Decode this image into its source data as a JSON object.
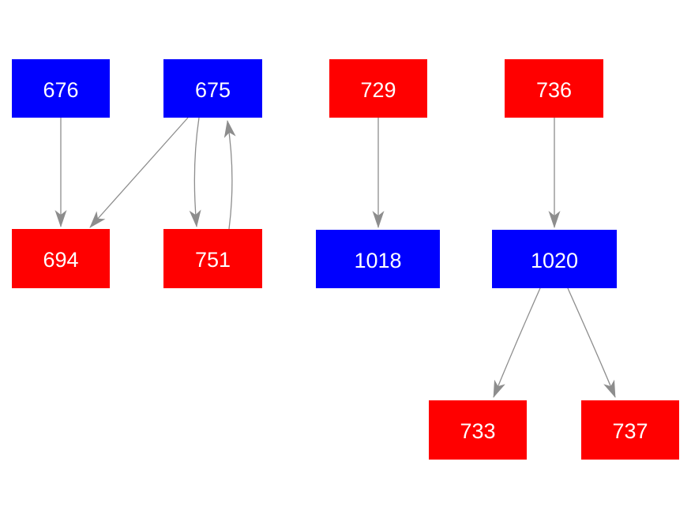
{
  "diagram": {
    "type": "directed-graph",
    "background_color": "#ffffff",
    "node_fill_colors": {
      "blue": "#0000ff",
      "red": "#ff0000"
    },
    "node_text_color": "#ffffff",
    "edge_color": "#8d8d8d",
    "nodes": [
      {
        "id": "676",
        "label": "676",
        "color": "blue",
        "row": 1
      },
      {
        "id": "675",
        "label": "675",
        "color": "blue",
        "row": 1
      },
      {
        "id": "729",
        "label": "729",
        "color": "red",
        "row": 1
      },
      {
        "id": "736",
        "label": "736",
        "color": "red",
        "row": 1
      },
      {
        "id": "694",
        "label": "694",
        "color": "red",
        "row": 2
      },
      {
        "id": "751",
        "label": "751",
        "color": "red",
        "row": 2
      },
      {
        "id": "1018",
        "label": "1018",
        "color": "blue",
        "row": 2
      },
      {
        "id": "1020",
        "label": "1020",
        "color": "blue",
        "row": 2
      },
      {
        "id": "733",
        "label": "733",
        "color": "red",
        "row": 3
      },
      {
        "id": "737",
        "label": "737",
        "color": "red",
        "row": 3
      }
    ],
    "edges": [
      {
        "from": "676",
        "to": "694"
      },
      {
        "from": "675",
        "to": "694"
      },
      {
        "from": "675",
        "to": "751"
      },
      {
        "from": "751",
        "to": "675"
      },
      {
        "from": "729",
        "to": "1018"
      },
      {
        "from": "736",
        "to": "1020"
      },
      {
        "from": "1020",
        "to": "733"
      },
      {
        "from": "1020",
        "to": "737"
      }
    ]
  }
}
